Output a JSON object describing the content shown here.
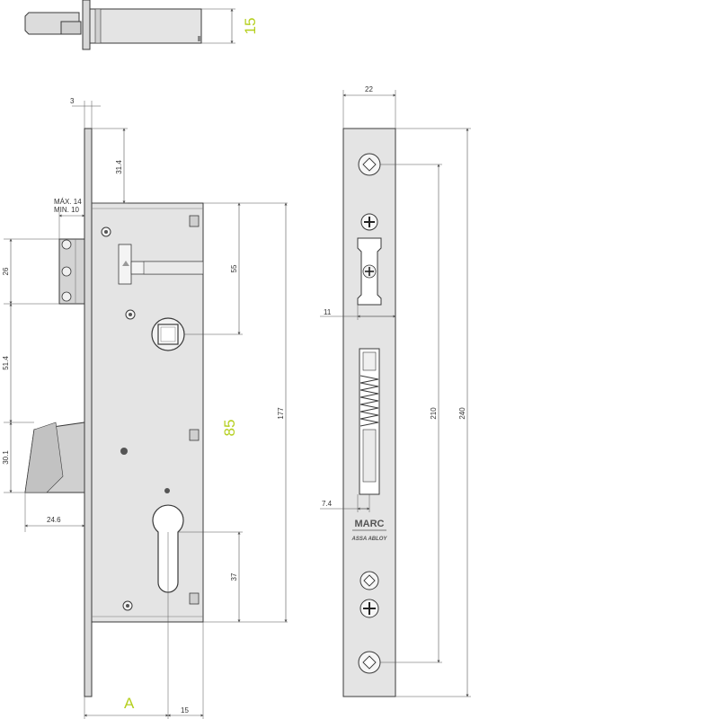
{
  "colors": {
    "accent": "#b5cf1e",
    "plate": "#e4e4e4",
    "line": "#3a3a3a",
    "dim": "#555555"
  },
  "top_view": {
    "dim_15": "15"
  },
  "side_view": {
    "dim_3": "3",
    "dim_31_4": "31.4",
    "dim_max14": "MÁX. 14",
    "dim_min10": "MIN. 10",
    "dim_26": "26",
    "dim_51_4": "51.4",
    "dim_30_1": "30.1",
    "dim_24_6": "24.6",
    "dim_55": "55",
    "dim_85": "85",
    "dim_177": "177",
    "dim_37": "37",
    "dim_A": "A",
    "dim_15b": "15"
  },
  "front_view": {
    "dim_22": "22",
    "dim_11": "11",
    "dim_7_4": "7.4",
    "dim_210": "210",
    "dim_240": "240",
    "logo_brand": "MARC",
    "logo_sub": "ASSA ABLOY"
  }
}
